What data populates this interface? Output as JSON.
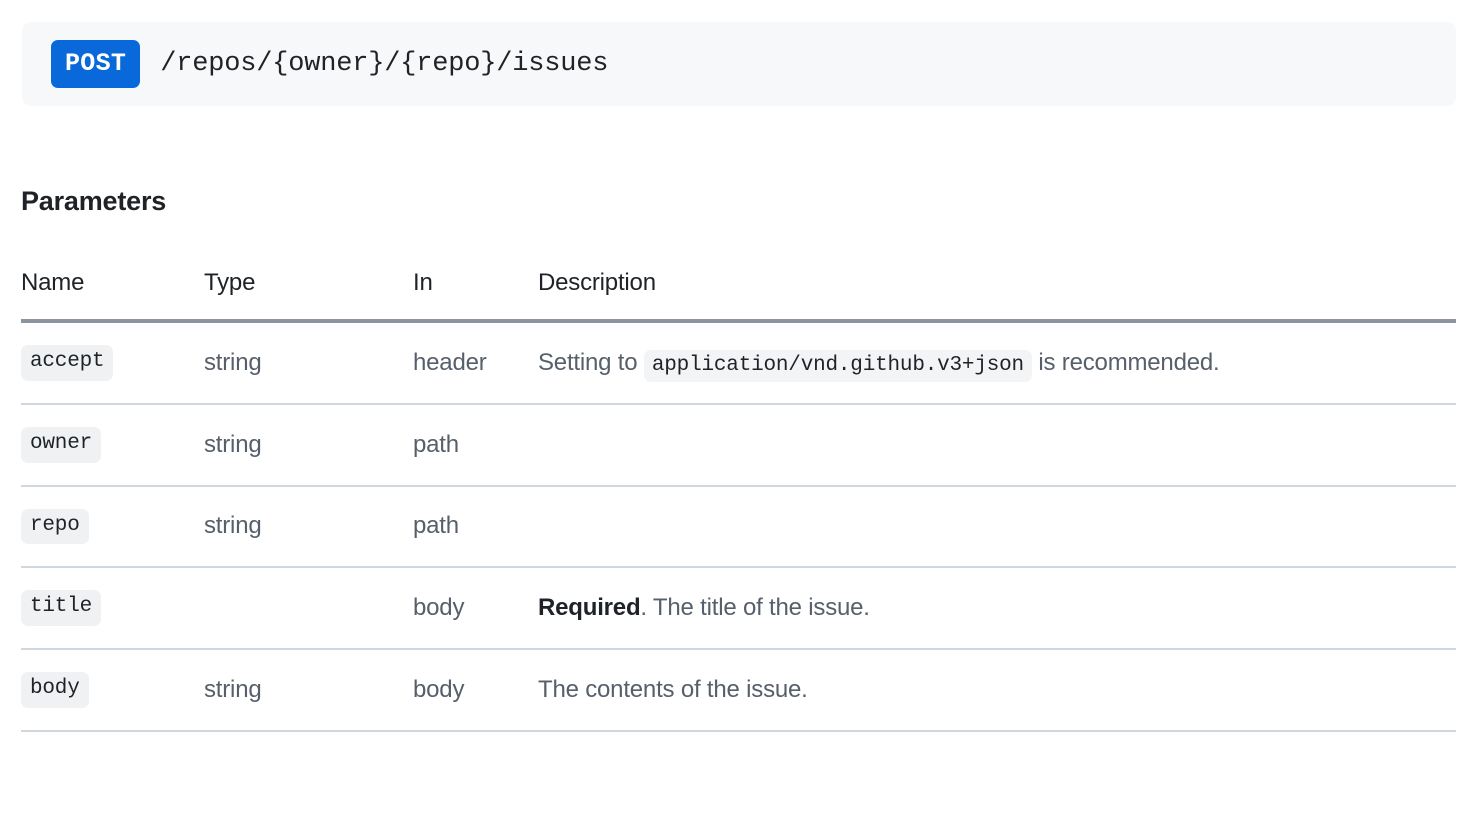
{
  "endpoint": {
    "method": "POST",
    "path": "/repos/{owner}/{repo}/issues",
    "method_badge_color": "#0969da",
    "panel_background": "#f6f8fa"
  },
  "parameters_section": {
    "title": "Parameters",
    "columns": [
      "Name",
      "Type",
      "In",
      "Description"
    ],
    "rows": [
      {
        "name": "accept",
        "type": "string",
        "in": "header",
        "description_prefix": "Setting to ",
        "description_code": "application/vnd.github.v3+json",
        "description_suffix": " is recommended.",
        "required_label": "",
        "description_plain": ""
      },
      {
        "name": "owner",
        "type": "string",
        "in": "path",
        "description_prefix": "",
        "description_code": "",
        "description_suffix": "",
        "required_label": "",
        "description_plain": ""
      },
      {
        "name": "repo",
        "type": "string",
        "in": "path",
        "description_prefix": "",
        "description_code": "",
        "description_suffix": "",
        "required_label": "",
        "description_plain": ""
      },
      {
        "name": "title",
        "type": "",
        "in": "body",
        "description_prefix": "",
        "description_code": "",
        "description_suffix": "",
        "required_label": "Required",
        "description_plain": ". The title of the issue."
      },
      {
        "name": "body",
        "type": "string",
        "in": "body",
        "description_prefix": "",
        "description_code": "",
        "description_suffix": "",
        "required_label": "",
        "description_plain": "The contents of the issue."
      }
    ]
  }
}
